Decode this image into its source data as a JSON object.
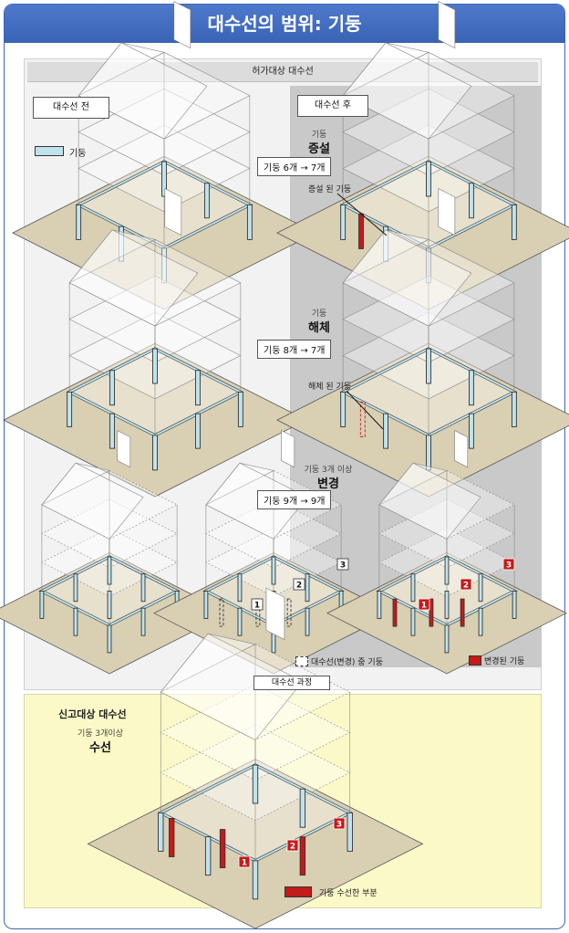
{
  "title": "대수선의 범위: 기둥",
  "panel_header": "허가대상 대수선",
  "before_label": "대수선 전",
  "after_label": "대수선 후",
  "legend_column": "기둥",
  "rows": [
    {
      "small": "기둥",
      "big": "증설",
      "chip": "기둥 6개 →  7개",
      "annotation": "증설 된 기둥"
    },
    {
      "small": "기둥",
      "big": "해체",
      "chip": "기둥 8개 →  7개",
      "annotation": "해체 된 기둥"
    },
    {
      "small": "기둥 3개 이상",
      "big": "변경",
      "chip": "기둥 9개 →  9개"
    }
  ],
  "legend_changing": "대수선(변경) 중 기둥",
  "legend_changed": "변경된 기둥",
  "process_label": "대수선 과정",
  "report": {
    "title": "신고대상 대수선",
    "small": "기둥 3개이상",
    "big": "수선",
    "legend": "기둥 수선한 부분"
  },
  "markers": [
    "1",
    "2",
    "3"
  ],
  "colors": {
    "column": "#bfe3ee",
    "column_stroke": "#333333",
    "red": "#c41a1a",
    "ground": "#d9cfb3",
    "title_bar": "#3f69bb"
  }
}
